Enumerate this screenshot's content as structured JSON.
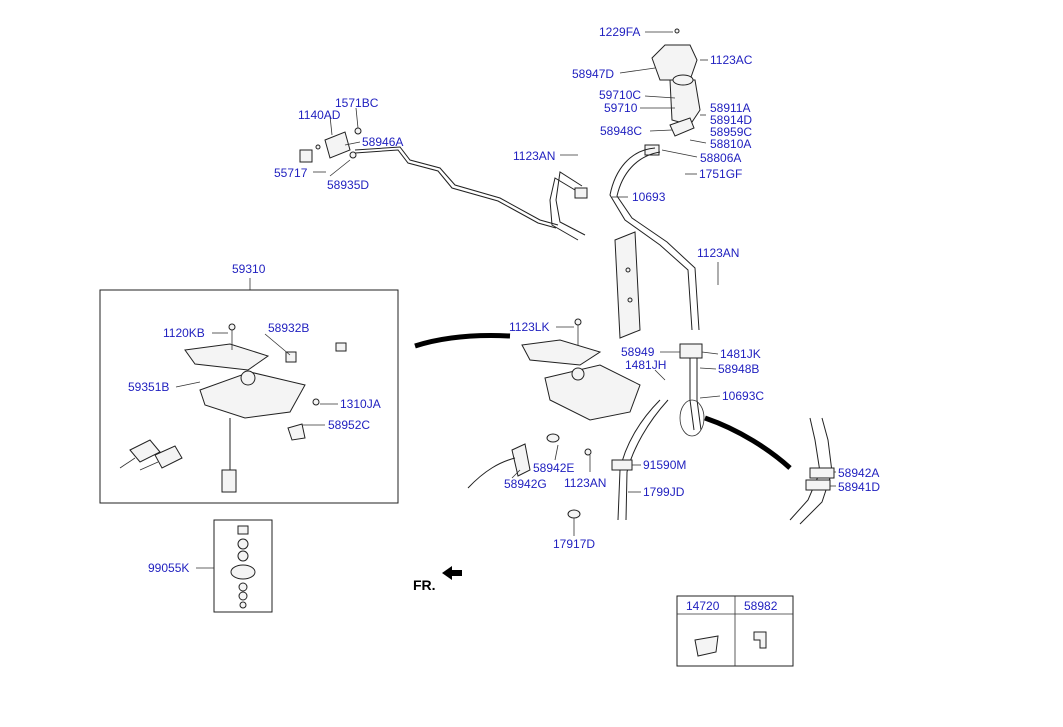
{
  "labels": {
    "l1229FA": "1229FA",
    "l1123AC": "1123AC",
    "l58947D": "58947D",
    "l59710C": "59710C",
    "l59710": "59710",
    "l58911A": "58911A",
    "l58914D": "58914D",
    "l58959C": "58959C",
    "l58948C": "58948C",
    "l58810A": "58810A",
    "l58806A": "58806A",
    "l1751GF": "1751GF",
    "l1123AN_a": "1123AN",
    "l10693": "10693",
    "l1571BC": "1571BC",
    "l1140AD": "1140AD",
    "l58946A": "58946A",
    "l55717": "55717",
    "l58935D": "58935D",
    "l1123AN_b": "1123AN",
    "l59310": "59310",
    "l1120KB": "1120KB",
    "l58932B": "58932B",
    "l59351B": "59351B",
    "l1310JA": "1310JA",
    "l58952C": "58952C",
    "l1123LK": "1123LK",
    "l58949": "58949",
    "l1481JK": "1481JK",
    "l1481JH": "1481JH",
    "l58948B": "58948B",
    "l10693C": "10693C",
    "l58942E": "58942E",
    "l58942G": "58942G",
    "l91590M": "91590M",
    "l1123AN_c": "1123AN",
    "l1799JD": "1799JD",
    "l17917D": "17917D",
    "l58942A": "58942A",
    "l58941D": "58941D",
    "l99055K": "99055K",
    "fr": "FR."
  },
  "legend_table": {
    "col1": "14720",
    "col2": "58982"
  },
  "colors": {
    "label": "#1f1fbf",
    "line": "#222222"
  }
}
